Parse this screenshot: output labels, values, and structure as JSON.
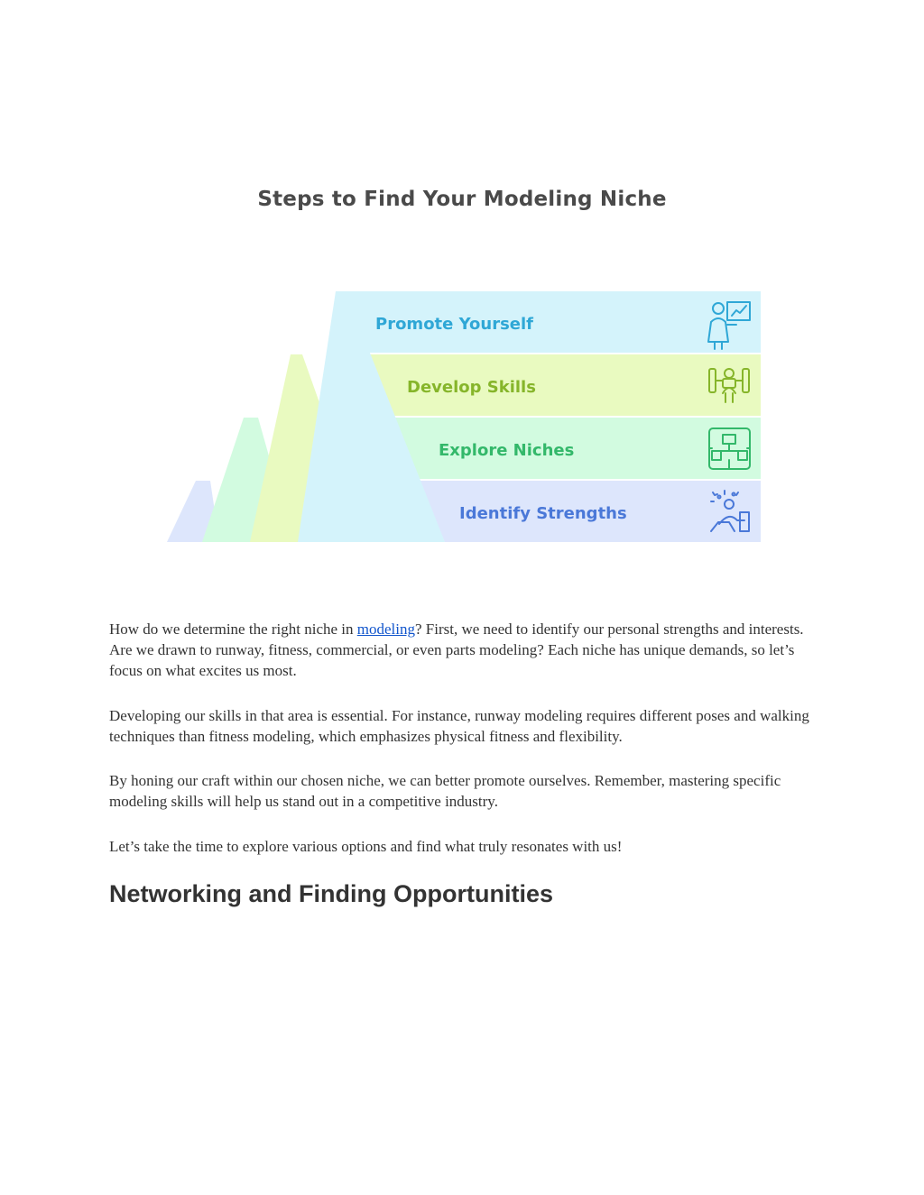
{
  "figure": {
    "title": "Steps to Find Your Modeling Niche",
    "steps": [
      {
        "label": "Promote Yourself",
        "icon": "presenter-chart-icon",
        "fill": "#d4f3fb",
        "text_color": "#2fa7d6"
      },
      {
        "label": "Develop Skills",
        "icon": "person-dumbbells-icon",
        "fill": "#e9fac0",
        "text_color": "#86b52a"
      },
      {
        "label": "Explore Niches",
        "icon": "flowchart-map-icon",
        "fill": "#d2fbe0",
        "text_color": "#33b86a"
      },
      {
        "label": "Identify Strengths",
        "icon": "person-ideas-icon",
        "fill": "#dde6fc",
        "text_color": "#4a78d8"
      }
    ]
  },
  "article": {
    "p1_before_link": "How do we determine the right niche in ",
    "p1_link": "modeling",
    "p1_after_link": "? First, we need to identify our personal strengths and interests. Are we drawn to runway, fitness, commercial, or even parts modeling? Each niche has unique demands, so let’s focus on what excites us most.",
    "p2": "Developing our skills in that area is essential. For instance, runway modeling requires different poses and walking techniques than fitness modeling, which emphasizes physical fitness and flexibility.",
    "p3": "By honing our craft within our chosen niche, we can better promote ourselves. Remember, mastering specific modeling skills will help us stand out in a competitive industry.",
    "p4": "Let’s take the time to explore various options and find what truly resonates with us!"
  },
  "section": {
    "heading": "Networking and Finding Opportunities"
  }
}
